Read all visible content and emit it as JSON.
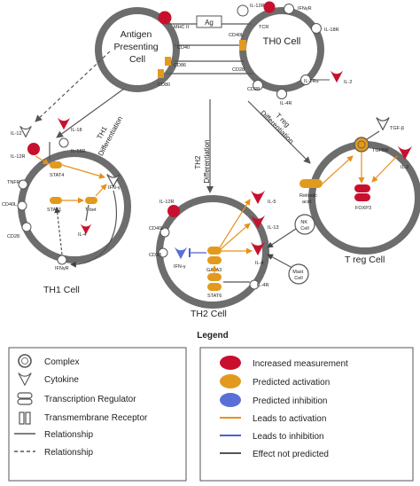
{
  "cells": {
    "apc": "Antigen|Presenting|Cell",
    "th0": "TH0 Cell",
    "th1": "TH1 Cell",
    "th2": "TH2 Cell",
    "treg": "T reg Cell"
  },
  "edges": {
    "th1_diff": "TH1|Differentiation",
    "th2_diff": "TH2|Differentiation",
    "treg_diff": "T reg|Differentiation"
  },
  "labels": {
    "ag": "Ag",
    "mhc2": "MHC II",
    "tcr": "TCR",
    "cd40": "CD40",
    "cd40l": "CD40L",
    "cd86": "CD86",
    "cd80": "CD80",
    "cd28": "CD28",
    "il12r": "IL-12R",
    "ifnyr": "IFNγR",
    "il18r": "IL-18R",
    "il4r": "IL-4R",
    "il2ra": "IL-2Rα",
    "il2": "IL-2",
    "il12": "IL-12",
    "il18": "IL-18",
    "tnfr": "TNFR",
    "stat4": "STAT4",
    "stat1": "STAT1",
    "tbet": "T-bet",
    "il4": "IL-4",
    "ifng": "IFN-γ",
    "il5": "IL-5",
    "il13": "IL-13",
    "gata3": "GATA3",
    "stat6": "STAT6",
    "nk": "NK|Cell",
    "mast": "Mast|Cell",
    "tgfb": "TGF-β",
    "tgfbr": "TGFBR",
    "retinoic": "Retinoic|acid",
    "foxp3": "FOXP3"
  },
  "legend": {
    "title": "Legend",
    "left": [
      "Complex",
      "Cytokine",
      "Transcription Regulator",
      "Transmembrane Receptor",
      "Relationship",
      "Relationship"
    ],
    "right": [
      "Increased measurement",
      "Predicted activation",
      "Predicted inhibition",
      "Leads to activation",
      "Leads to inhibition",
      "Effect not predicted"
    ]
  },
  "colors": {
    "membrane": "#6d6d6d",
    "increased": "#c8102e",
    "activation": "#e29a1e",
    "inhibition": "#5a6fd6",
    "activation_line": "#e8901a",
    "inhibition_line": "#4d60c8",
    "neutral_line": "#555555"
  }
}
